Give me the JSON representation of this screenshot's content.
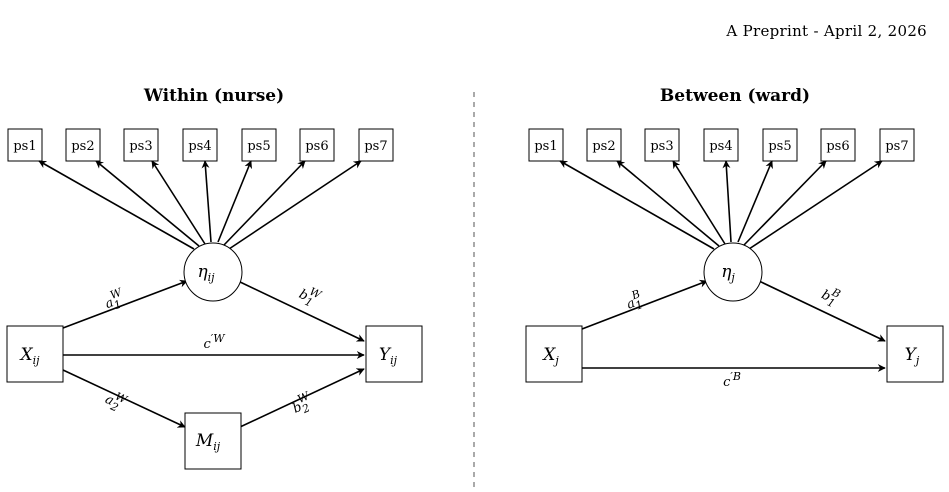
{
  "header": {
    "running_head": "A Preprint - April 2, 2026"
  },
  "within": {
    "title": "Within (nurse)",
    "indicators": [
      "ps1",
      "ps2",
      "ps3",
      "ps4",
      "ps5",
      "ps6",
      "ps7"
    ],
    "latent": "η",
    "latent_sub": "ij",
    "x": "X",
    "x_sub": "ij",
    "y": "Y",
    "y_sub": "ij",
    "m": "M",
    "m_sub": "ij",
    "path_a1": "a",
    "path_a1_sub": "1",
    "path_a1_sup": "W",
    "path_b1": "b",
    "path_b1_sub": "1",
    "path_b1_sup": "W",
    "path_c": "c",
    "path_c_sup": "′W",
    "path_a2": "a",
    "path_a2_sub": "2",
    "path_a2_sup": "W",
    "path_b2": "b",
    "path_b2_sub": "2",
    "path_b2_sup": "W"
  },
  "between": {
    "title": "Between (ward)",
    "indicators": [
      "ps1",
      "ps2",
      "ps3",
      "ps4",
      "ps5",
      "ps6",
      "ps7"
    ],
    "latent": "η",
    "latent_sub": "j",
    "x": "X",
    "x_sub": "j",
    "y": "Y",
    "y_sub": "j",
    "path_a1": "a",
    "path_a1_sub": "1",
    "path_a1_sup": "B",
    "path_b1": "b",
    "path_b1_sub": "1",
    "path_b1_sup": "B",
    "path_c": "c",
    "path_c_sup": "′B"
  }
}
